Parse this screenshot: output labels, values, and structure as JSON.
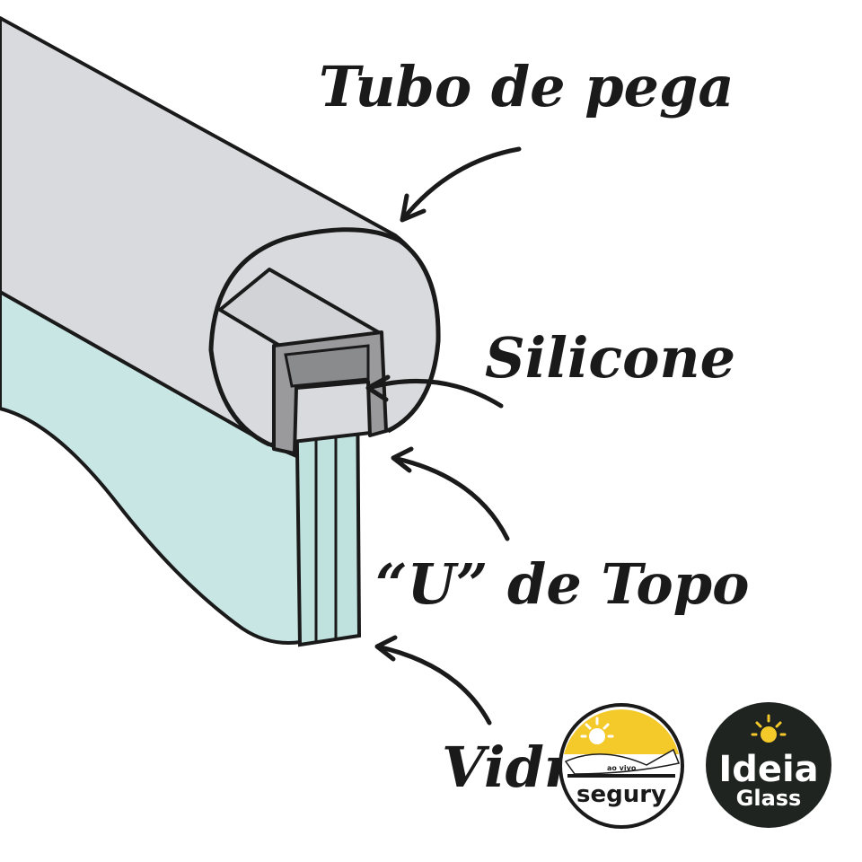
{
  "labels": {
    "tubo": "Tubo de pega",
    "silicone": "Silicone",
    "u_topo": "“U” de Topo",
    "vidro": "Vidro"
  },
  "logos": {
    "segury": {
      "text": "segury",
      "small_text": "ao vivo",
      "icon": "sun-hand-icon"
    },
    "ideia": {
      "line1": "Ideia",
      "line2": "Glass",
      "icon": "sun-icon"
    }
  },
  "colors": {
    "tube": "#d9dadd",
    "glass": "#c8e6e4",
    "u_channel": "#9a9a9c",
    "ink": "#1a1a1a",
    "segury_yellow": "#f4c92a",
    "ideia_bg": "#1f2421"
  }
}
